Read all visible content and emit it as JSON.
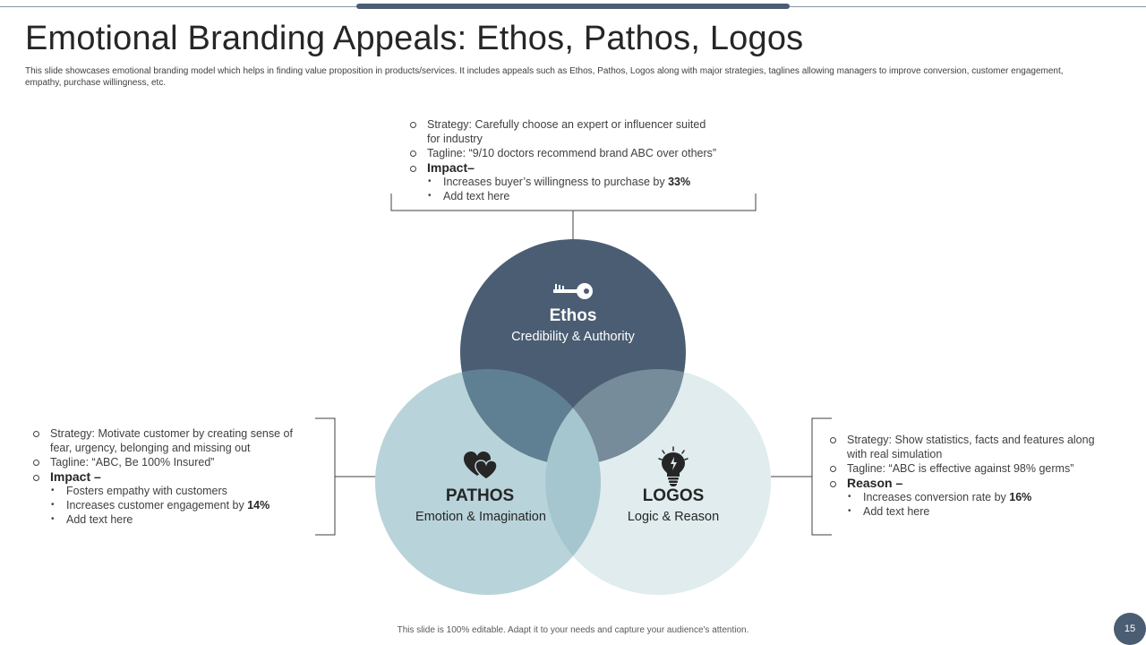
{
  "slide": {
    "title": "Emotional Branding Appeals: Ethos, Pathos, Logos",
    "subtitle": "This slide showcases emotional branding model  which helps in finding value proposition in products/services. It includes appeals such as Ethos,  Pathos, Logos along with major strategies, taglines allowing managers to improve conversion, customer engagement, empathy, purchase willingness, etc.",
    "footer": "This slide is 100% editable.  Adapt it to your needs and capture your audience's attention.",
    "page_number": "15"
  },
  "circles": {
    "ethos": {
      "title": "Ethos",
      "subtitle": "Credibility & Authority",
      "icon": "key-icon",
      "color": "#4b5d73"
    },
    "pathos": {
      "title": "PATHOS",
      "subtitle": "Emotion & Imagination",
      "icon": "hearts-icon",
      "color": "#b9d3da"
    },
    "logos": {
      "title": "LOGOS",
      "subtitle": "Logic & Reason",
      "icon": "lightbulb-icon",
      "color": "#e0ecee"
    }
  },
  "ethos_block": {
    "strategy_line1": "Strategy: Carefully  choose  an  expert  or  influencer  suited",
    "strategy_line2": "for industry",
    "tagline": "Tagline:  “9/10 doctors recommend  brand ABC over  others”",
    "impact_label": "Impact–",
    "bullet1_text": "Increases buyer’s willingness to purchase by ",
    "bullet1_value": "33%",
    "bullet2": "Add text here"
  },
  "pathos_block": {
    "strategy_line1": "Strategy: Motivate customer by creating sense of",
    "strategy_line2": "fear,  urgency, belonging  and missing out",
    "tagline": "Tagline:  “ABC, Be 100% Insured”",
    "impact_label": "Impact –",
    "bullet1": "Fosters empathy with customers",
    "bullet2_text": "Increases customer engagement  by ",
    "bullet2_value": "14%",
    "bullet3": "Add text here"
  },
  "logos_block": {
    "strategy_line1": "Strategy: Show statistics, facts and features  along",
    "strategy_line2": "with real simulation",
    "tagline": "Tagline:  “ABC is effective  against 98% germs”",
    "reason_label": "Reason –",
    "bullet1_text": "Increases conversion  rate by ",
    "bullet1_value": "16%",
    "bullet2": "Add text here"
  }
}
